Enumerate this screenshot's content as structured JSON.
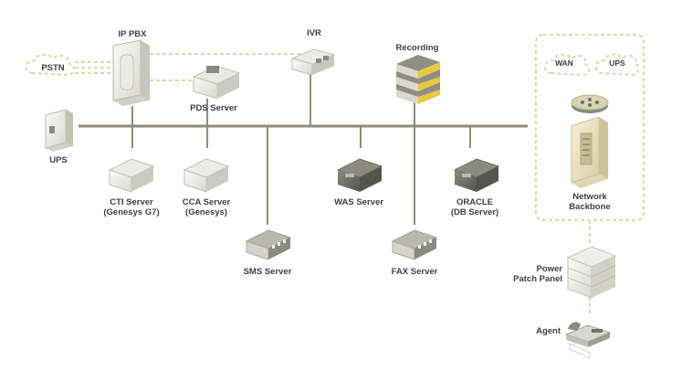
{
  "nodes": {
    "ip_pbx": "IP PBX",
    "pstn": "PSTN",
    "pds": "PDS Server",
    "ivr": "IVR",
    "recording": "Recording",
    "ups": "UPS",
    "cti": [
      "CTI Server",
      "(Genesys G7)"
    ],
    "cca": [
      "CCA Server",
      "(Genesys)"
    ],
    "sms": "SMS Server",
    "was": "WAS Server",
    "fax": "FAX Server",
    "oracle": [
      "ORACLE",
      "(DB Server)"
    ],
    "wan": "WAN",
    "ups_cloud": "UPS",
    "network_backbone": [
      "Network",
      "Backbone"
    ],
    "power_patch_panel": [
      "Power",
      "Patch Panel"
    ],
    "agent": "Agent"
  },
  "colors": {
    "bus": "#8e8c79",
    "dashed_link": "#d7dcae",
    "device_light": "#eeeeea",
    "device_dark": "#6f6f66",
    "recording_accent": "#e7c940",
    "backbone": "#efe5c4"
  }
}
